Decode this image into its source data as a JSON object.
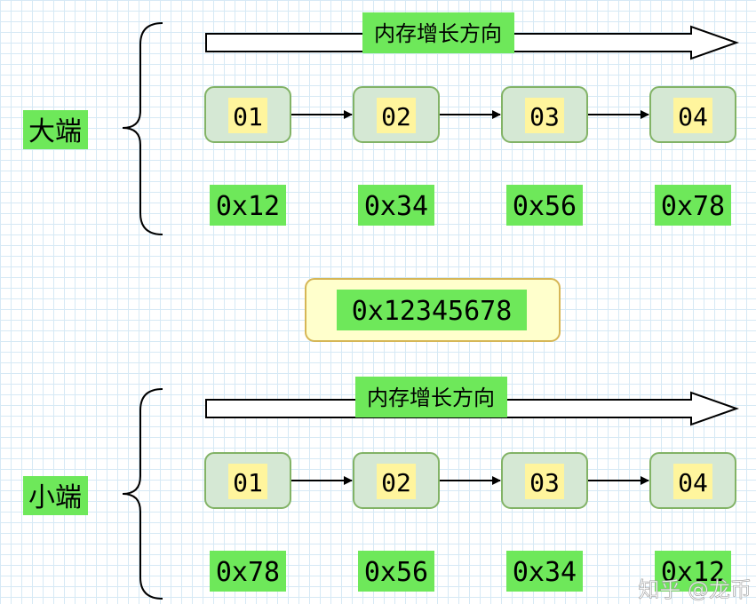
{
  "center_value": "0x12345678",
  "sections": [
    {
      "label": "大端",
      "arrow_label": "内存增长方向",
      "cells": [
        "01",
        "02",
        "03",
        "04"
      ],
      "values": [
        "0x12",
        "0x34",
        "0x56",
        "0x78"
      ]
    },
    {
      "label": "小端",
      "arrow_label": "内存增长方向",
      "cells": [
        "01",
        "02",
        "03",
        "04"
      ],
      "values": [
        "0x78",
        "0x56",
        "0x34",
        "0x12"
      ]
    }
  ],
  "watermark": "知乎 @龙币",
  "colors": {
    "label_bg": "#6ee85a",
    "cell_fill": "#d5e8d4",
    "cell_stroke": "#82b366",
    "cell_text_bg": "#fff59d",
    "center_fill": "#ffffcc",
    "center_stroke": "#d6b656",
    "line": "#000000"
  }
}
